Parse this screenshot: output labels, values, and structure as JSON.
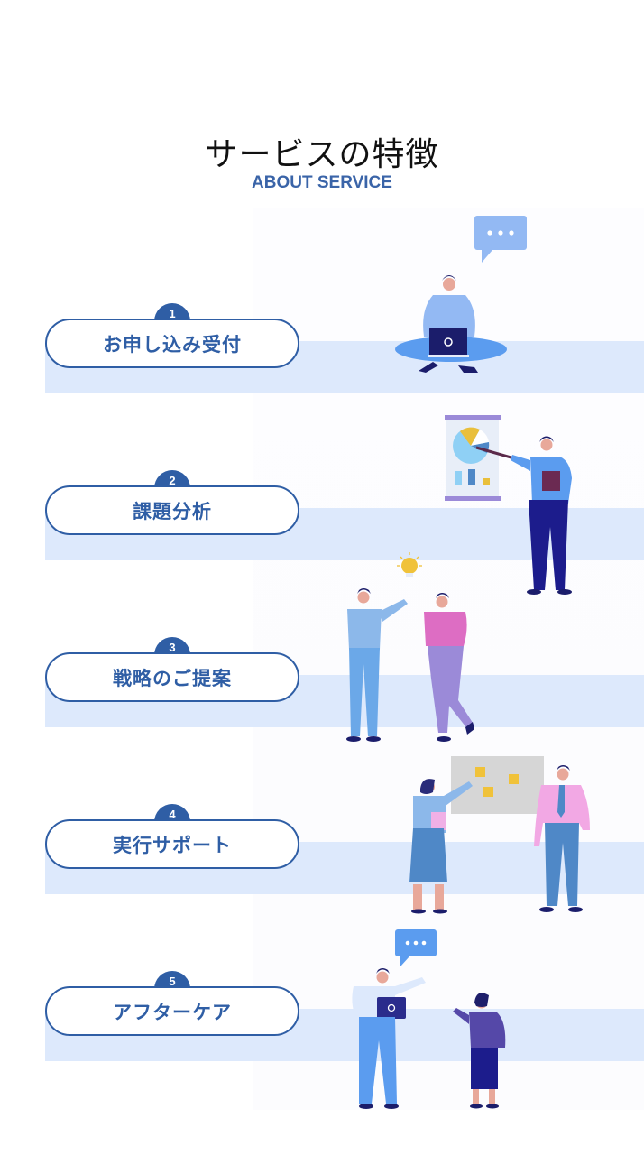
{
  "header": {
    "title": "サービスの特徴",
    "subtitle": "ABOUT SERVICE"
  },
  "colors": {
    "accent": "#2f5ea5",
    "band": "#dde9fc",
    "title": "#111111"
  },
  "steps": [
    {
      "number": "1",
      "label": "お申し込み受付",
      "illustration": "person-sitting-with-laptop-speech-bubble"
    },
    {
      "number": "2",
      "label": "課題分析",
      "illustration": "presenter-pointing-at-pie-chart-board"
    },
    {
      "number": "3",
      "label": "戦略のご提案",
      "illustration": "two-people-with-lightbulb-idea"
    },
    {
      "number": "4",
      "label": "実行サポート",
      "illustration": "two-people-at-board-with-sticky-notes"
    },
    {
      "number": "5",
      "label": "アフターケア",
      "illustration": "two-people-talking-with-laptop-speech-bubble"
    }
  ]
}
